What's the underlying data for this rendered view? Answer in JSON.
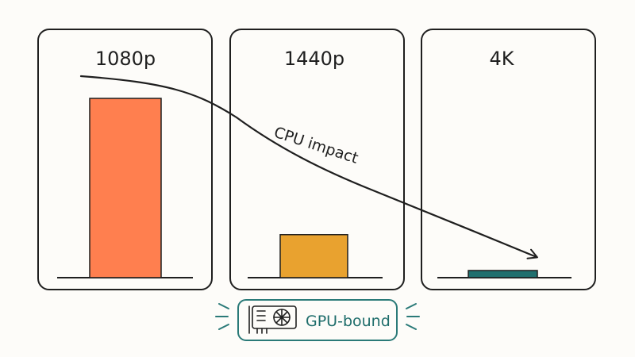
{
  "panels": [
    {
      "title": "1080p",
      "bar_height_fraction": 1.0,
      "color": "#ff7f4f"
    },
    {
      "title": "1440p",
      "bar_height_fraction": 0.24,
      "color": "#e9a22f"
    },
    {
      "title": "4K",
      "bar_height_fraction": 0.04,
      "color": "#1f6f6e"
    }
  ],
  "curve_label": "CPU impact",
  "badge": {
    "label": "GPU-bound",
    "icon": "gpu-card-icon",
    "color": "#1e6d6b"
  },
  "colors": {
    "outline": "#1f1f1f",
    "background": "#fdfcf9"
  }
}
